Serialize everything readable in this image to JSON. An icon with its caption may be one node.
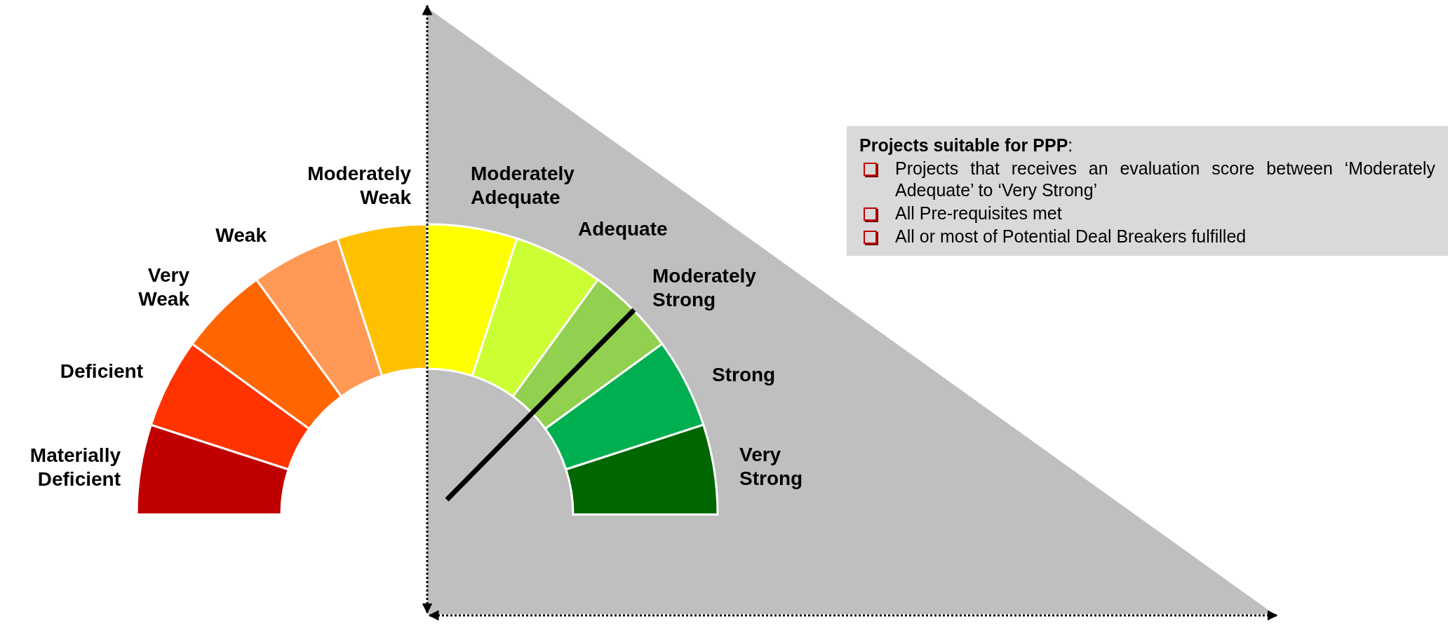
{
  "diagram": {
    "nodes": [
      {
        "text": [
          "**Projects suitable for PPP**:",
          "Projects that receives an evaluation score between ‘Moderately Adequate’ to ‘Very Strong’",
          "All Pre-requisites met",
          "All or most of Potential Deal Breakers fulfilled"
        ]
      }
    ],
    "edges": [],
    "labels": [
      "Materially Deficient",
      "Deficient",
      "Very Weak",
      "Weak",
      "Moderately Weak",
      "Moderately Adequate",
      "Adequate",
      "Moderately Strong",
      "Strong",
      "Very Strong"
    ]
  }
}
